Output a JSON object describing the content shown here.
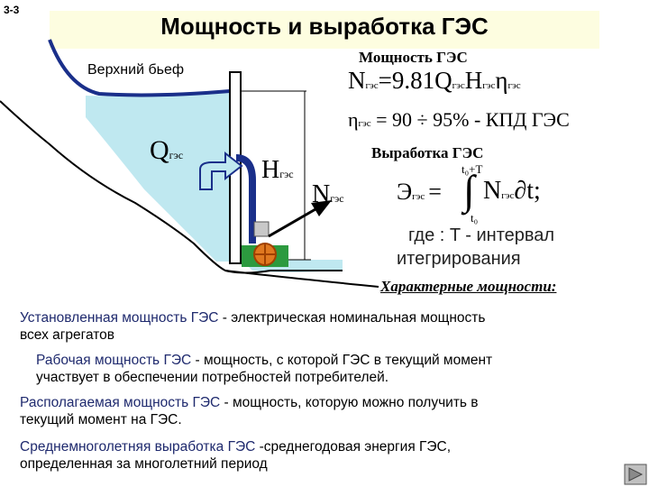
{
  "slide_number": "3-3",
  "title": "Мощность и выработка ГЭС",
  "diagram": {
    "upper_pool_label": "Верхний бьеф",
    "flow_label_main": "Q",
    "flow_label_sub": "гэс",
    "head_label_main": "H",
    "head_label_sub": "гэс",
    "power_label_main": "N",
    "power_label_sub": "гэс"
  },
  "power_section": {
    "title": "Мощность ГЭС",
    "formula1": {
      "lhs_main": "N",
      "lhs_sub": "гэс",
      "eq": "=9.81Q",
      "q_sub": "гэс",
      "h": "H",
      "h_sub": "гэс",
      "eta": "η",
      "eta_sub": "гэс"
    },
    "formula2": {
      "eta": "η",
      "eta_sub": "гэс",
      "rest": " = 90 ÷ 95% - КПД ГЭС"
    }
  },
  "energy_section": {
    "title": "Выработка ГЭС",
    "lhs_main": "Э",
    "lhs_sub": "гэс",
    "eq": "=",
    "upper_limit": "t₀+T",
    "lower_limit": "t₀",
    "integral": "∫",
    "integrand_main": "N",
    "integrand_sub": "гэс",
    "dt": "∂t;",
    "note_line1": "где : T - интервал",
    "note_line2": "итегрирования"
  },
  "characteristic_title": "Характерные мощности:",
  "definitions": [
    {
      "term": "Установленная мощность ГЭС",
      "text": " - электрическая номинальная мощность",
      "cont": "всех агрегатов"
    },
    {
      "term": "Рабочая мощность ГЭС",
      "text": " - мощность, с которой ГЭС в текущий момент",
      "cont": "участвует в обеспечении потребностей потребителей."
    },
    {
      "term": "Располагаемая мощность ГЭС",
      "text": " - мощность, которую можно получить в",
      "cont": "текущий момент на ГЭС."
    },
    {
      "term": "Среднемноголетняя выработка ГЭС",
      "text": " -среднегодовая энергия ГЭС,",
      "cont": "определенная за многолетний период"
    }
  ],
  "colors": {
    "water": "#bfe8f0",
    "pipe": "#1a2f8a",
    "title_band": "#fdfde0",
    "term_text": "#1f2a6e"
  }
}
